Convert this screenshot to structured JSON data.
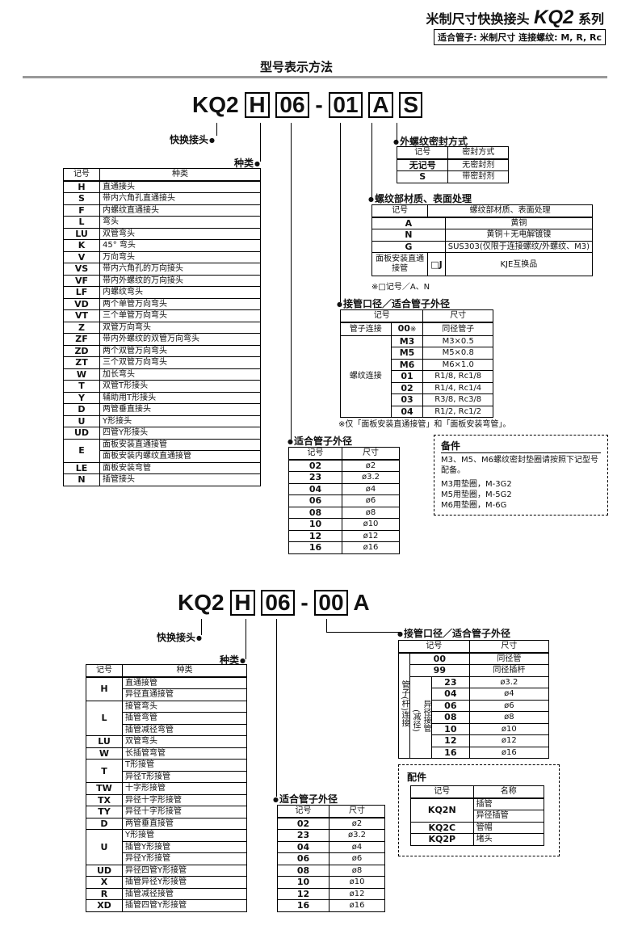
{
  "header": {
    "title_prefix": "米制尺寸快换接头",
    "title_series": "KQ2",
    "title_suffix": "系列",
    "subtitle": "适合管子: 米制尺寸 连接螺纹: M, R, Rc"
  },
  "section_title": "型号表示方法",
  "code1": {
    "prefix": "KQ2",
    "parts": [
      "H",
      "06",
      "-",
      "01",
      "A",
      "S"
    ]
  },
  "code2": {
    "prefix": "KQ2",
    "parts": [
      "H",
      "06",
      "-",
      "00",
      "A"
    ]
  },
  "labels": {
    "fitting": "快换接头",
    "type": "种类",
    "seal": "外螺纹密封方式",
    "thread_material": "螺纹部材质、表面处理",
    "port_size": "接管口径／适合管子外径",
    "tube_od": "适合管子外径",
    "accessories": "备件",
    "accessories2": "配件"
  },
  "type_table": {
    "headers": [
      "记号",
      "种类"
    ],
    "rows": [
      [
        "H",
        "直通接头"
      ],
      [
        "S",
        "带内六角孔直通接头"
      ],
      [
        "F",
        "内螺纹直通接头"
      ],
      [
        "L",
        "弯头"
      ],
      [
        "LU",
        "双管弯头"
      ],
      [
        "K",
        "45° 弯头"
      ],
      [
        "V",
        "万向弯头"
      ],
      [
        "VS",
        "带内六角孔的万向接头"
      ],
      [
        "VF",
        "带内外螺纹的万向接头"
      ],
      [
        "LF",
        "内螺纹弯头"
      ],
      [
        "VD",
        "两个单管万向弯头"
      ],
      [
        "VT",
        "三个单管万向弯头"
      ],
      [
        "Z",
        "双管万向弯头"
      ],
      [
        "ZF",
        "带内外螺纹的双管万向弯头"
      ],
      [
        "ZD",
        "两个双管万向弯头"
      ],
      [
        "ZT",
        "三个双管万向弯头"
      ],
      [
        "W",
        "加长弯头"
      ],
      [
        "T",
        "双管T形接头"
      ],
      [
        "Y",
        "辅助用T形接头"
      ],
      [
        "D",
        "两管垂直接头"
      ],
      [
        "U",
        "Y形接头"
      ],
      [
        "UD",
        "四管Y形接头"
      ],
      [
        "E",
        "面板安装直通接管"
      ],
      [
        "",
        "面板安装内螺纹直通接管"
      ],
      [
        "LE",
        "面板安装弯管"
      ],
      [
        "N",
        "插管接头"
      ]
    ]
  },
  "seal_table": {
    "headers": [
      "记号",
      "密封方式"
    ],
    "rows": [
      [
        "无记号",
        "无密封剂"
      ],
      [
        "S",
        "带密封剂"
      ]
    ]
  },
  "material_table": {
    "headers": [
      "记号",
      "螺纹部材质、表面处理"
    ],
    "rows": [
      [
        "A",
        "黄铜"
      ],
      [
        "N",
        "黄铜＋无电解镀镍"
      ],
      [
        "G",
        "SUS303(仅限于连接螺纹/外螺纹、M3)"
      ]
    ],
    "panel_label": "面板安装直通接管",
    "panel_code": "□J",
    "panel_value": "KJE互换品",
    "note": "※□记号／A、N"
  },
  "port_table": {
    "headers": [
      "记号",
      "尺寸"
    ],
    "tube_label": "管子连接",
    "tube_code": "00",
    "tube_mark": "※",
    "tube_value": "同径管子",
    "thread_label": "螺纹连接",
    "rows": [
      [
        "M3",
        "M3×0.5"
      ],
      [
        "M5",
        "M5×0.8"
      ],
      [
        "M6",
        "M6×1.0"
      ],
      [
        "01",
        "R1/8, Rc1/8"
      ],
      [
        "02",
        "R1/4, Rc1/4"
      ],
      [
        "03",
        "R3/8, Rc3/8"
      ],
      [
        "04",
        "R1/2, Rc1/2"
      ]
    ],
    "note": "※仅「面板安装直通接管」和「面板安装弯管」。"
  },
  "od_table": {
    "headers": [
      "记号",
      "尺寸"
    ],
    "rows": [
      [
        "02",
        "ø2"
      ],
      [
        "23",
        "ø3.2"
      ],
      [
        "04",
        "ø4"
      ],
      [
        "06",
        "ø6"
      ],
      [
        "08",
        "ø8"
      ],
      [
        "10",
        "ø10"
      ],
      [
        "12",
        "ø12"
      ],
      [
        "16",
        "ø16"
      ]
    ]
  },
  "spare": {
    "text": "M3、M5、M6螺纹密封垫圈请按照下记型号配备。",
    "items": [
      "M3用垫圈，M-3G2",
      "M5用垫圈，M-5G2",
      "M6用垫圈，M-6G"
    ]
  },
  "type_table2": {
    "headers": [
      "记号",
      "种类"
    ],
    "groups": [
      {
        "code": "H",
        "items": [
          "直通接管",
          "异径直通接管"
        ]
      },
      {
        "code": "L",
        "items": [
          "接管弯头",
          "插管弯管",
          "插管减径弯管"
        ]
      },
      {
        "code": "LU",
        "items": [
          "双管弯头"
        ]
      },
      {
        "code": "W",
        "items": [
          "长插管弯管"
        ]
      },
      {
        "code": "T",
        "items": [
          "T形接管",
          "异径T形接管"
        ]
      },
      {
        "code": "TW",
        "items": [
          "十字形接管"
        ]
      },
      {
        "code": "TX",
        "items": [
          "异径十字形接管"
        ]
      },
      {
        "code": "TY",
        "items": [
          "异径十字形接管"
        ]
      },
      {
        "code": "D",
        "items": [
          "两管垂直接管"
        ]
      },
      {
        "code": "U",
        "items": [
          "Y形接管",
          "插管Y形接管",
          "异径Y形接管"
        ]
      },
      {
        "code": "UD",
        "items": [
          "异径四管Y形接管"
        ]
      },
      {
        "code": "X",
        "items": [
          "插管异径Y形接管"
        ]
      },
      {
        "code": "R",
        "items": [
          "插管减径接管"
        ]
      },
      {
        "code": "XD",
        "items": [
          "插管四管Y形接管"
        ]
      }
    ]
  },
  "port_table2": {
    "headers": [
      "记号",
      "尺寸"
    ],
    "side_label": "管子(杆)连接",
    "side_label2": "(减径)",
    "side_label3": "异径接管",
    "rows": [
      [
        "00",
        "同径管"
      ],
      [
        "99",
        "同径插杆"
      ],
      [
        "23",
        "ø3.2"
      ],
      [
        "04",
        "ø4"
      ],
      [
        "06",
        "ø6"
      ],
      [
        "08",
        "ø8"
      ],
      [
        "10",
        "ø10"
      ],
      [
        "12",
        "ø12"
      ],
      [
        "16",
        "ø16"
      ]
    ]
  },
  "od_table2": {
    "headers": [
      "记号",
      "尺寸"
    ],
    "rows": [
      [
        "02",
        "ø2"
      ],
      [
        "23",
        "ø3.2"
      ],
      [
        "04",
        "ø4"
      ],
      [
        "06",
        "ø6"
      ],
      [
        "08",
        "ø8"
      ],
      [
        "10",
        "ø10"
      ],
      [
        "12",
        "ø12"
      ],
      [
        "16",
        "ø16"
      ]
    ]
  },
  "acc_table": {
    "headers": [
      "记号",
      "名称"
    ],
    "rows": [
      [
        "KQ2N",
        "插管"
      ],
      [
        "",
        "异径插管"
      ],
      [
        "KQ2C",
        "管帽"
      ],
      [
        "KQ2P",
        "堵头"
      ]
    ]
  }
}
